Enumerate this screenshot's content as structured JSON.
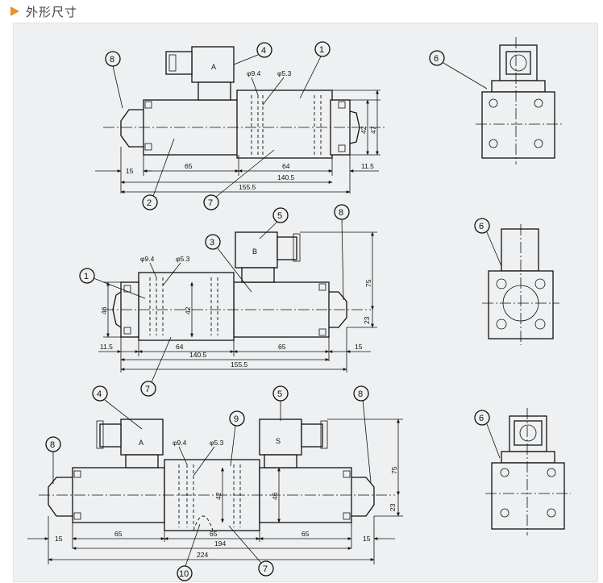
{
  "header": {
    "title": "外形尺寸",
    "accent": "#e8902a"
  },
  "view1": {
    "callouts": [
      "8",
      "4",
      "1",
      "2",
      "7"
    ],
    "coil": "A",
    "dia1": "φ9.4",
    "dia2": "φ5.3",
    "dims": [
      "15",
      "65",
      "64",
      "140.5",
      "155.5",
      "11.5",
      "42",
      "47"
    ]
  },
  "view2": {
    "callouts": [
      "5",
      "8",
      "3",
      "1",
      "7"
    ],
    "coil": "B",
    "dia1": "φ9.4",
    "dia2": "φ5.3",
    "dims": [
      "46",
      "42",
      "11.5",
      "64",
      "65",
      "15",
      "140.5",
      "155.5",
      "75",
      "23"
    ]
  },
  "view3": {
    "callouts": [
      "4",
      "5",
      "9",
      "8",
      "8",
      "10",
      "7"
    ],
    "coil_a": "A",
    "coil_s": "S",
    "dia1": "φ9.4",
    "dia2": "φ5.3",
    "dims": [
      "15",
      "65",
      "65",
      "65",
      "15",
      "194",
      "224",
      "42",
      "46",
      "75",
      "23"
    ]
  },
  "side": {
    "callouts": [
      "6",
      "6",
      "6"
    ]
  }
}
